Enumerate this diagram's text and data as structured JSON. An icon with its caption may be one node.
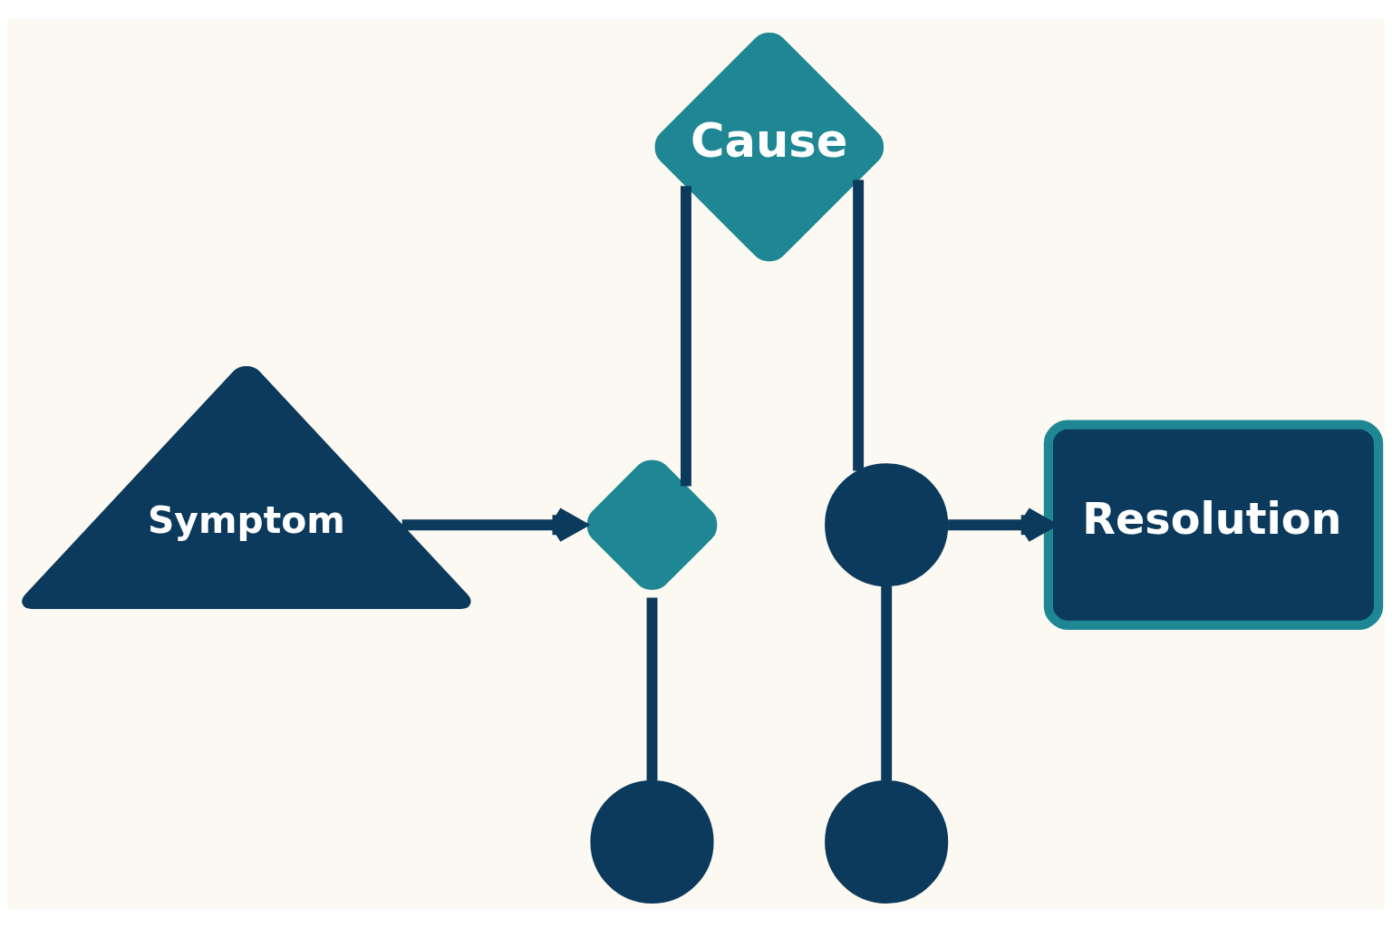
{
  "diagram": {
    "nodes": [
      {
        "text": [
          "Symptom"
        ]
      },
      {
        "text": [
          "Cause"
        ]
      },
      {
        "text": [],
        "shape": "diamond"
      },
      {
        "text": [],
        "shape": "circle"
      },
      {
        "text": [],
        "shape": "circle"
      },
      {
        "text": [],
        "shape": "circle"
      },
      {
        "text": [
          "Resolution"
        ]
      }
    ],
    "edges": [
      {
        "from": 0,
        "to": 2,
        "arrow": "to"
      },
      {
        "from": 1,
        "to": 2,
        "arrow": "none"
      },
      {
        "from": 1,
        "to": 3,
        "arrow": "none"
      },
      {
        "from": 2,
        "to": 4,
        "arrow": "none"
      },
      {
        "from": 3,
        "to": 5,
        "arrow": "none"
      },
      {
        "from": 3,
        "to": 6,
        "arrow": "to"
      }
    ]
  }
}
